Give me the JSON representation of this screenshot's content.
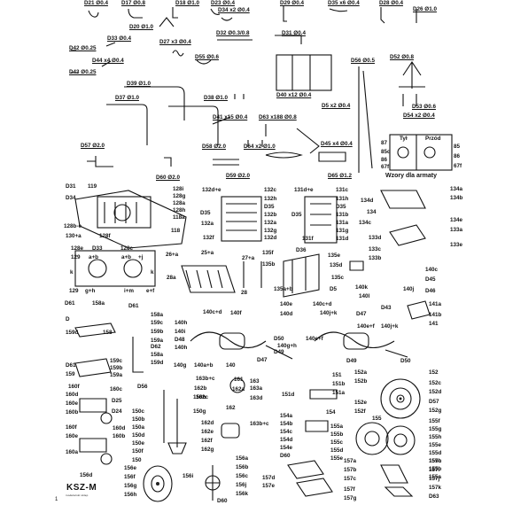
{
  "diagram": {
    "top_wire_labels": [
      "D21 Ø0.4",
      "D17 Ø0.8",
      "D18 Ø1.0",
      "D23 Ø0.4",
      "D29 Ø0.4",
      "D35 x6 Ø0.4",
      "D28 Ø0.4",
      "D26 Ø1.0",
      "D20 Ø1.0",
      "D34 x2 Ø0.4",
      "D33 Ø0.4",
      "D27 x3 Ø0.4",
      "D32 Ø0.3/0.8",
      "D31 Ø0.4",
      "D42 Ø0.25",
      "D44 x4 Ø0.4",
      "D55 Ø0.6",
      "D56 Ø0.5",
      "D52 Ø0.8",
      "D43 Ø0.25",
      "D39 Ø1.0",
      "D37 Ø1.0",
      "D38 Ø1.0",
      "D40 x12 Ø0.4",
      "D5 x2 Ø0.4",
      "D53 Ø0.6",
      "D54 x2 Ø0.4",
      "D41 x15 Ø0.4",
      "D63 x188 Ø0.8",
      "D57 Ø2.0",
      "D58 Ø2.0",
      "D64 x2 Ø1.0",
      "D45 x4 Ø0.4",
      "D60 Ø2.0",
      "D59 Ø2.0",
      "D65 Ø1.2"
    ],
    "armature_box": {
      "headers": [
        "Tył",
        "Przód"
      ],
      "left_codes": [
        "87",
        "85d",
        "86",
        "67f"
      ],
      "right_codes": [
        "85",
        "86",
        "67f"
      ],
      "caption": "Wzory dla armaty"
    },
    "part_labels": {
      "hull_left": [
        "D31",
        "119",
        "128i",
        "D34",
        "128g",
        "128a",
        "128h",
        "118a",
        "128b-e",
        "128f",
        "118",
        "130+a"
      ],
      "upper_mid": [
        "132d+e",
        "132c",
        "132h",
        "D35",
        "132b",
        "132a",
        "D35",
        "132a",
        "132f",
        "132g",
        "132d"
      ],
      "upper_right": [
        "131d+e",
        "131c",
        "131h",
        "D35",
        "131b",
        "131a",
        "D35",
        "131f",
        "131g",
        "131d",
        "134a",
        "134d",
        "134b",
        "134",
        "134c",
        "134e",
        "133a",
        "133d",
        "133c",
        "133b",
        "133e"
      ],
      "mid_left": [
        "128e",
        "D33",
        "128c",
        "129",
        "a+b",
        "a+b",
        "+j",
        "k",
        "k",
        "129",
        "g+h",
        "i+m",
        "e+f"
      ],
      "mid_center": [
        "26+a",
        "25+a",
        "27+a",
        "28a",
        "28",
        "135f",
        "D36",
        "135e",
        "135d",
        "135c",
        "135b",
        "135a+b",
        "D5"
      ],
      "mid_right": [
        "140c",
        "D45",
        "140k",
        "140l",
        "140j",
        "D47",
        "D43",
        "D46",
        "141a",
        "141b",
        "141",
        "140e+f",
        "140j+k"
      ],
      "lower_left": [
        "D61",
        "158a",
        "D",
        "158",
        "159d",
        "159c",
        "159b",
        "159a",
        "159",
        "D61",
        "160d",
        "160c",
        "160f",
        "160e",
        "160b",
        "D25",
        "D24",
        "160f",
        "160e",
        "160d",
        "160b",
        "160a"
      ],
      "lower_center_left": [
        "D61",
        "158a",
        "159c",
        "159b",
        "159a",
        "D62",
        "158a",
        "159d",
        "D56",
        "150c",
        "150b",
        "150a",
        "150d",
        "150e",
        "150f",
        "150g",
        "150h",
        "150"
      ],
      "lower_center": [
        "140c+d",
        "140h",
        "140i",
        "D48",
        "140h",
        "140a+b",
        "140",
        "D47",
        "D49",
        "140g",
        "140f",
        "140e",
        "D50",
        "163b+c",
        "162b",
        "162c",
        "162a",
        "162",
        "161",
        "163a",
        "163d",
        "163",
        "163b+c",
        "162d",
        "162e",
        "162f",
        "162g"
      ],
      "lower_right_center": [
        "140c+d",
        "140j+k",
        "140g+h",
        "140e+f",
        "140d",
        "D49",
        "D50",
        "151",
        "151b",
        "151a",
        "151d",
        "154",
        "154a",
        "154b",
        "154c",
        "154d",
        "154e",
        "D60",
        "155",
        "155a",
        "155b",
        "155c",
        "155d",
        "155e"
      ],
      "lower_right": [
        "152",
        "152a",
        "152b",
        "152c",
        "152d",
        "152e",
        "152f",
        "D57",
        "152g",
        "155f",
        "155g",
        "155h",
        "155e",
        "155d",
        "155c",
        "155b",
        "155a"
      ],
      "bottom": [
        "156d",
        "156e",
        "156f",
        "156g",
        "156h",
        "156a",
        "156b",
        "156c",
        "156i",
        "156j",
        "156k",
        "D60",
        "157a",
        "157b",
        "157c",
        "157d",
        "157e",
        "157f",
        "157g",
        "157h",
        "157i",
        "157j",
        "157k",
        "D63"
      ]
    }
  },
  "logo": {
    "text": "KSZ-M",
    "sub": "modelarski sklep"
  },
  "page_number": "1"
}
